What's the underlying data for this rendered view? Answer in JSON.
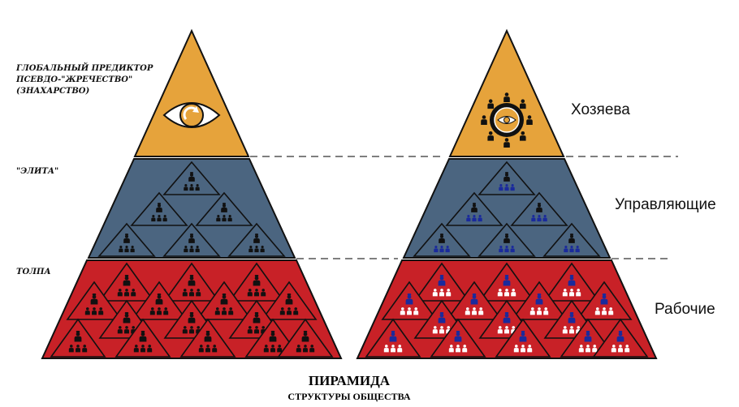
{
  "left_labels": {
    "predictor": [
      "ГЛОБАЛЬНЫЙ ПРЕДИКТОР",
      "ПСЕВДО-\"ЖРЕЧЕСТВО\"",
      "(ЗНАХАРСТВО)"
    ],
    "elite": "\"ЭЛИТА\"",
    "crowd": "ТОЛПА"
  },
  "right_labels": {
    "owners": "Хозяева",
    "managers": "Управляющие",
    "workers": "Рабочие"
  },
  "caption": {
    "title": "ПИРАМИДА",
    "subtitle": "СТРУКТУРЫ ОБЩЕСТВА"
  },
  "colors": {
    "top_tier": "#e6a33b",
    "middle_tier": "#4b6580",
    "bottom_tier": "#c82127",
    "outline": "#111111",
    "subordinate_blue": "#1a2a9c",
    "worker_white": "#ffffff"
  },
  "icons": {
    "left_top": "eye-icon",
    "right_top": "eye-with-crowd-icon",
    "person": "person-icon"
  }
}
